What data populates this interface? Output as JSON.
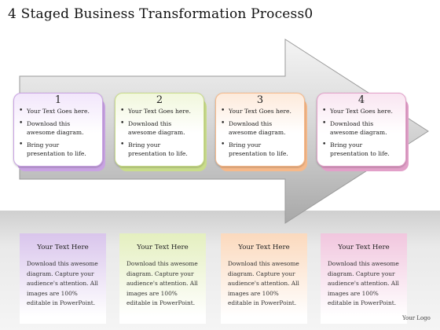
{
  "title": "4 Staged Business Transformation Process0",
  "stages": [
    {
      "number": "1",
      "bullets": [
        "Your Text Goes here.",
        "Download this awesome diagram.",
        "Bring your presentation to life."
      ],
      "color": "#c9a3e3",
      "light": "#f2e6fb"
    },
    {
      "number": "2",
      "bullets": [
        "Your Text Goes here.",
        "Download this awesome diagram.",
        "Bring your presentation to life."
      ],
      "color": "#c9dc8a",
      "light": "#f1f7dc"
    },
    {
      "number": "3",
      "bullets": [
        "Your Text Goes here.",
        "Download this awesome diagram.",
        "Bring your presentation to life."
      ],
      "color": "#f6b98a",
      "light": "#fdeadb"
    },
    {
      "number": "4",
      "bullets": [
        "Your Text Goes here.",
        "Download this awesome diagram.",
        "Bring your presentation to life."
      ],
      "color": "#e2a0c9",
      "light": "#f9e5f1"
    }
  ],
  "boxes": [
    {
      "title": "Your Text Here",
      "body": "Download this awesome diagram. Capture your audience's attention. All images are 100% editable in PowerPoint.",
      "color": "#d9c5ec"
    },
    {
      "title": "Your Text Here",
      "body": "Download this awesome diagram. Capture your audience's attention. All images are 100% editable in PowerPoint.",
      "color": "#e4efbf"
    },
    {
      "title": "Your Text Here",
      "body": "Download this awesome diagram. Capture your audience's attention. All images are 100% editable in PowerPoint.",
      "color": "#fbd9bd"
    },
    {
      "title": "Your Text Here",
      "body": "Download this awesome diagram. Capture your audience's attention. All images are 100% editable in PowerPoint.",
      "color": "#f1c6de"
    }
  ],
  "logo_text": "Your Logo"
}
